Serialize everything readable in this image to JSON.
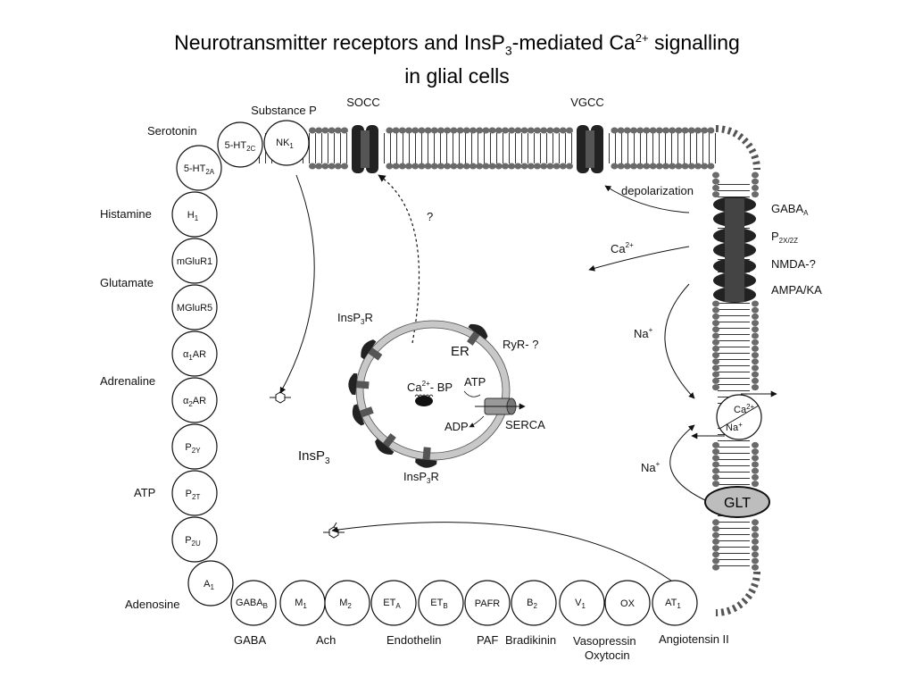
{
  "title": {
    "part1": "Neurotransmitter receptors and InsP",
    "part1_sub": "3",
    "part2": "-mediated Ca",
    "part2_sup": "2+",
    "part3": " signalling",
    "line2": "in glial cells"
  },
  "channels": {
    "socc": "SOCC",
    "vgcc": "VGCC",
    "substance_p": "Substance P",
    "depolarization": "depolarization",
    "question": "?"
  },
  "ligands": {
    "serotonin": "Serotonin",
    "histamine": "Histamine",
    "glutamate": "Glutamate",
    "adrenaline": "Adrenaline",
    "atp": "ATP",
    "adenosine": "Adenosine",
    "gaba": "GABA",
    "ach": "Ach",
    "endothelin": "Endothelin",
    "paf": "PAF",
    "bradikinin": "Bradikinin",
    "vasopressin": "Vasopressin",
    "oxytocin": "Oxytocin",
    "angiotensin": "Angiotensin II"
  },
  "receptors": {
    "ht2c": {
      "main": "5-HT",
      "sub": "2C"
    },
    "nk1": {
      "main": "NK",
      "sub": "1"
    },
    "ht2a": {
      "main": "5-HT",
      "sub": "2A"
    },
    "h1": {
      "main": "H",
      "sub": "1"
    },
    "mglur1": {
      "main": "mGluR1",
      "sub": ""
    },
    "mglur5": {
      "main": "MGluR5",
      "sub": ""
    },
    "a1ar": {
      "main": "α",
      "sub": "1",
      "tail": "AR"
    },
    "a2ar": {
      "main": "α",
      "sub": "2",
      "tail": "AR"
    },
    "p2y": {
      "main": "P",
      "sub": "2Y"
    },
    "p2t": {
      "main": "P",
      "sub": "2T"
    },
    "p2u": {
      "main": "P",
      "sub": "2U"
    },
    "a1": {
      "main": "A",
      "sub": "1"
    },
    "gabab": {
      "main": "GABA",
      "sub": "B"
    },
    "m1": {
      "main": "M",
      "sub": "1"
    },
    "m2": {
      "main": "M",
      "sub": "2"
    },
    "eta": {
      "main": "ET",
      "sub": "A"
    },
    "etb": {
      "main": "ET",
      "sub": "B"
    },
    "pafr": {
      "main": "PAFR",
      "sub": ""
    },
    "b2": {
      "main": "B",
      "sub": "2"
    },
    "v1": {
      "main": "V",
      "sub": "1"
    },
    "ox": {
      "main": "OX",
      "sub": ""
    },
    "at1": {
      "main": "AT",
      "sub": "1"
    }
  },
  "ionotropic": {
    "gabaa": {
      "main": "GABA",
      "sub": "A"
    },
    "p2x": {
      "main": "P",
      "sub": "2X/2Z"
    },
    "nmda": "NMDA-?",
    "ampa": "AMPA/KA"
  },
  "right_side": {
    "ca": {
      "main": "Ca",
      "sup": "2+"
    },
    "na_in": {
      "main": "Na",
      "sup": "+"
    },
    "na_out": {
      "main": "Na",
      "sup": "+"
    },
    "exch_ca": {
      "main": "Ca",
      "sup": "2+"
    },
    "exch_na": {
      "main": "Na",
      "sup": "+"
    },
    "glt": "GLT"
  },
  "er": {
    "label": "ER",
    "insp3r_top": {
      "main": "InsP",
      "sub": "3",
      "tail": "R"
    },
    "insp3r_bottom": {
      "main": "InsP",
      "sub": "3",
      "tail": "R"
    },
    "ryr": "RyR- ?",
    "ca_bp": {
      "main": "Ca",
      "sup": "2+",
      "tail": "- BP"
    },
    "atp": "ATP",
    "adp": "ADP",
    "serca": "SERCA"
  },
  "insp3": {
    "main": "InsP",
    "sub": "3"
  },
  "colors": {
    "membrane_head": "#6a6a6a",
    "membrane_tail": "#333333",
    "channel": "#222222",
    "er_lumen": "#c8c8c8",
    "glt_fill": "#bdbdbd"
  }
}
